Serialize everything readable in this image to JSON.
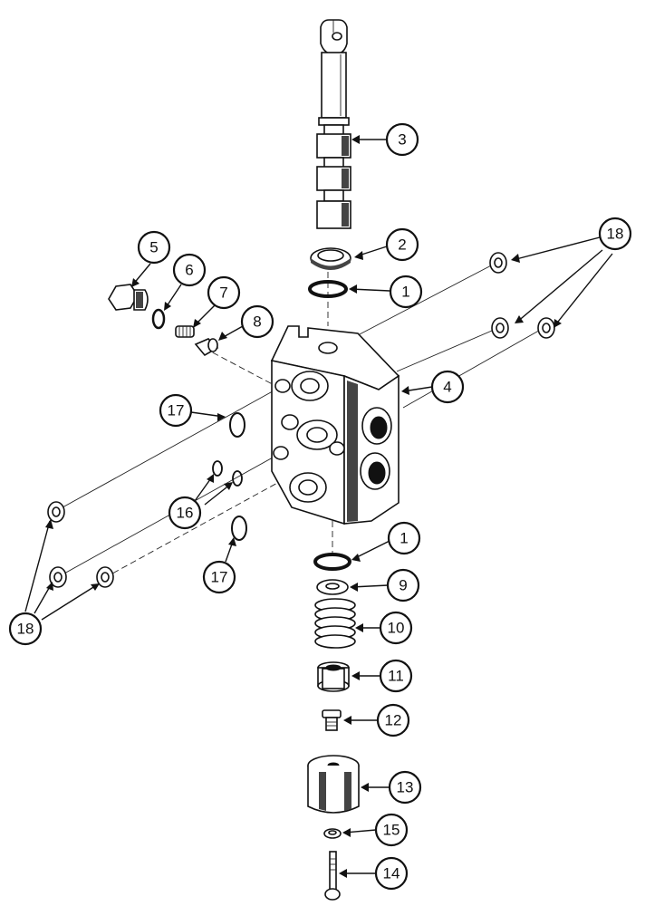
{
  "callouts": [
    {
      "id": "c3",
      "label": "3"
    },
    {
      "id": "c2",
      "label": "2"
    },
    {
      "id": "c1a",
      "label": "1"
    },
    {
      "id": "c18a",
      "label": "18"
    },
    {
      "id": "c5",
      "label": "5"
    },
    {
      "id": "c6",
      "label": "6"
    },
    {
      "id": "c7",
      "label": "7"
    },
    {
      "id": "c8",
      "label": "8"
    },
    {
      "id": "c4",
      "label": "4"
    },
    {
      "id": "c17a",
      "label": "17"
    },
    {
      "id": "c16",
      "label": "16"
    },
    {
      "id": "c17b",
      "label": "17"
    },
    {
      "id": "c18b",
      "label": "18"
    },
    {
      "id": "c1b",
      "label": "1"
    },
    {
      "id": "c9",
      "label": "9"
    },
    {
      "id": "c10",
      "label": "10"
    },
    {
      "id": "c11",
      "label": "11"
    },
    {
      "id": "c12",
      "label": "12"
    },
    {
      "id": "c13",
      "label": "13"
    },
    {
      "id": "c15",
      "label": "15"
    },
    {
      "id": "c14",
      "label": "14"
    }
  ]
}
